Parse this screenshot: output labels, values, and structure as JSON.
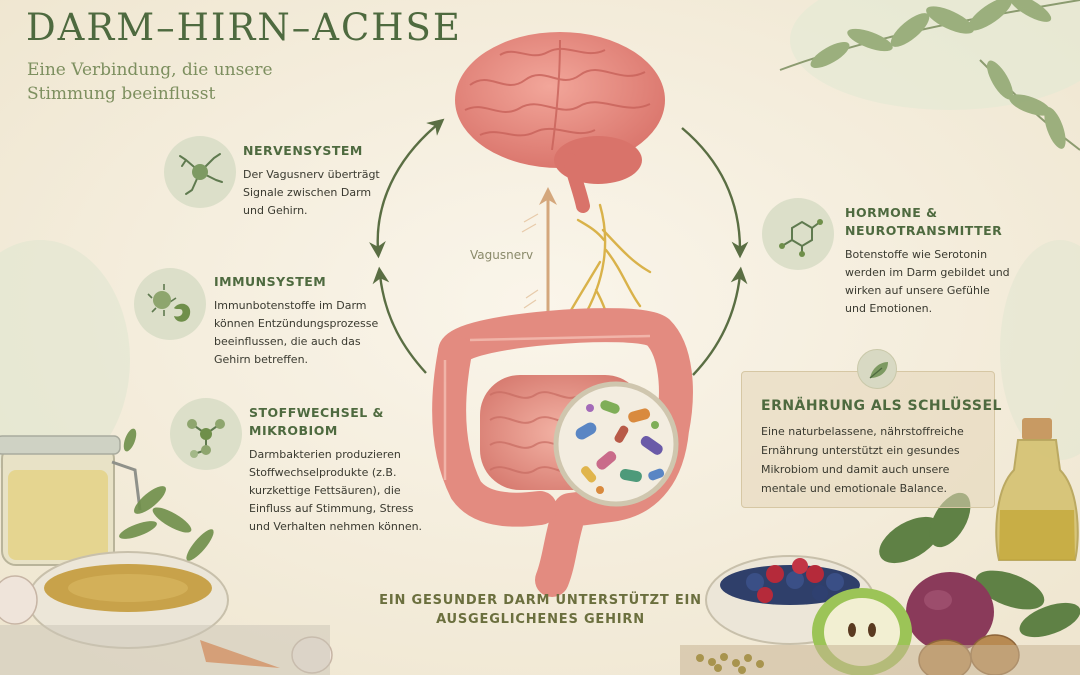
{
  "title": "DARM–HIRN–ACHSE",
  "subtitle": "Eine Verbindung, die unsere Stimmung beeinflusst",
  "vagus_label": "Vagusnerv",
  "sections": [
    {
      "title": "NERVENSYSTEM",
      "text": "Der Vagusnerv überträgt Signale zwischen Darm und Gehirn.",
      "icon": "neuron-icon"
    },
    {
      "title": "IMMUNSYSTEM",
      "text": "Immunbotenstoffe im Darm können Entzündungsprozesse beeinflussen, die auch das Gehirn betreffen.",
      "icon": "microbe-icon"
    },
    {
      "title": "STOFFWECHSEL & MIKROBIOM",
      "text": "Darmbakterien produzieren Stoffwechselprodukte (z.B. kurzkettige Fettsäuren), die Einfluss auf Stimmung, Stress und Verhalten nehmen können.",
      "icon": "molecule-icon"
    },
    {
      "title": "HORMONE & NEUROTRANSMITTER",
      "text": "Botenstoffe wie Serotonin werden im Darm gebildet und wirken auf unsere Gefühle und Emotionen.",
      "icon": "chemical-structure-icon"
    }
  ],
  "key_box": {
    "title": "ERNÄHRUNG ALS SCHLÜSSEL",
    "text": "Eine naturbelassene, nährstoffreiche Ernährung unterstützt ein gesundes Mikrobiom und damit auch unsere mentale und emotionale Balance.",
    "icon": "leaf-icon"
  },
  "bottom_caption": "EIN GESUNDER DARM UNTERSTÜTZT EIN AUSGEGLICHENES GEHIRN",
  "colors": {
    "background": "#f5efe1",
    "accent_green": "#4e6a3f",
    "light_green": "#7d8f5f",
    "icon_circle": "#dcdfc9",
    "brain": "#e6877c",
    "intestine": "#e58b80",
    "nerve_gold": "#d9b24a",
    "arrow": "#5a6e43"
  }
}
